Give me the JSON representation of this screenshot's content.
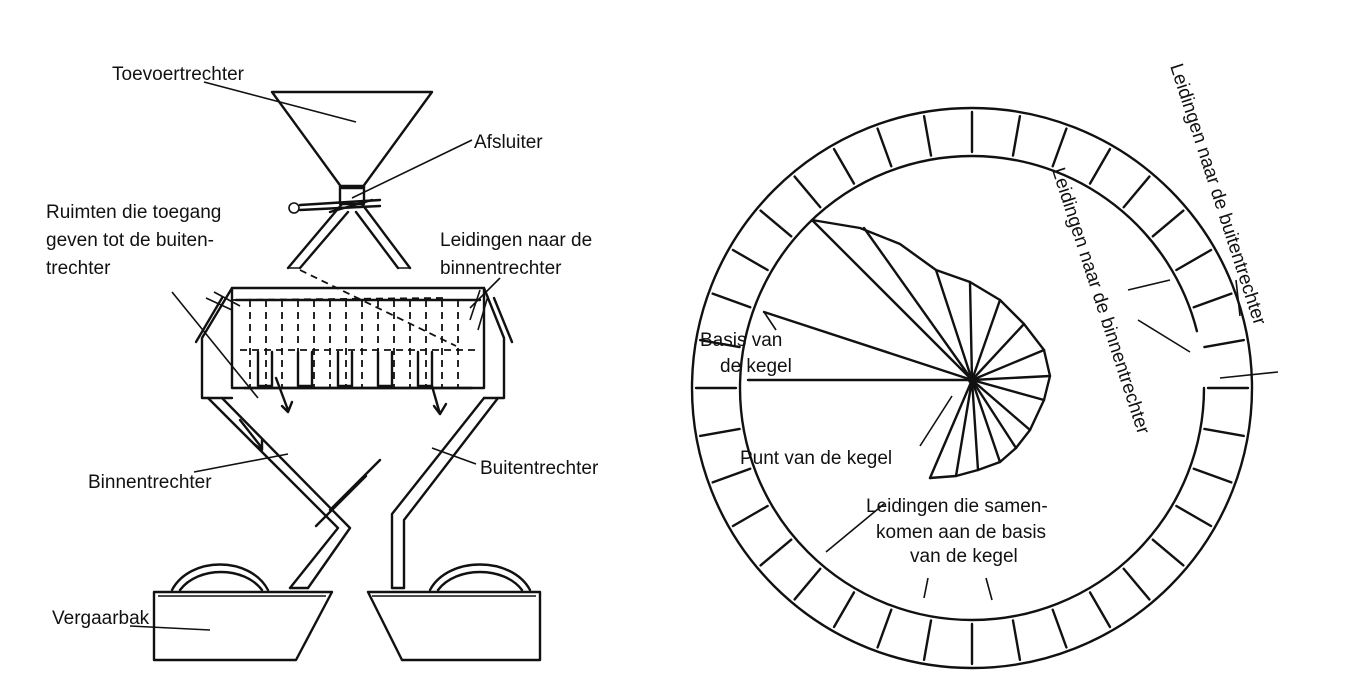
{
  "left_diagram": {
    "labels": {
      "toevoertrechter": "Toevoertrechter",
      "afsluiter": "Afsluiter",
      "ruimten_1": "Ruimten die toegang",
      "ruimten_2": "geven tot de buiten-",
      "ruimten_3": "trechter",
      "leidingen_binnen_1": "Leidingen naar de",
      "leidingen_binnen_2": "binnentrechter",
      "binnentrechter": "Binnentrechter",
      "buitentrechter": "Buitentrechter",
      "vergaarbak": "Vergaarbak"
    }
  },
  "right_diagram": {
    "labels": {
      "basis_1": "Basis van",
      "basis_2": "de kegel",
      "punt": "Punt van de kegel",
      "samen_1": "Leidingen die samen-",
      "samen_2": "komen aan de basis",
      "samen_3": "van de kegel",
      "leidingen_buiten": "Leidingen naar de buitentrechter",
      "leidingen_binnen": "Leidingen naar de binnentrechter"
    }
  }
}
